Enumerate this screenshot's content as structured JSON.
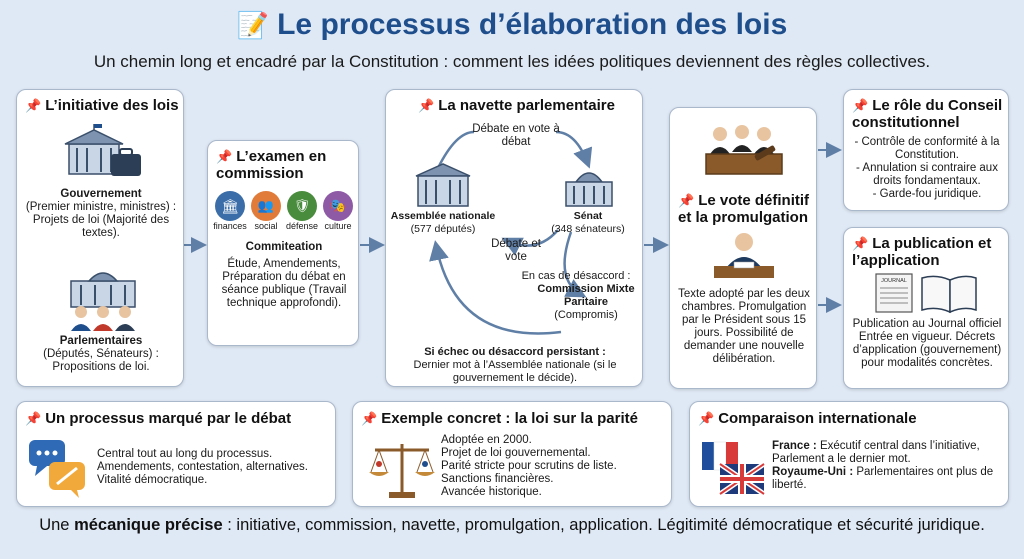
{
  "header": {
    "title": "Le processus d’élaboration des lois",
    "subtitle": "Un chemin long et encadré par la Constitution : comment les idées politiques deviennent des règles collectives."
  },
  "initiative": {
    "heading": "L’initiative des lois",
    "gov_title": "Gouvernement",
    "gov_text": "(Premier ministre, ministres) : Projets de loi (Majorité des textes).",
    "parl_title": "Parlementaires",
    "parl_text": "(Députés, Sénateurs) : Propositions de loi."
  },
  "commission": {
    "heading": "L’examen en commission",
    "icons": [
      "finances",
      "social",
      "défense",
      "culture"
    ],
    "subtitle": "Commiteation",
    "text": "Étude, Amendements, Préparation du débat en séance publique (Travail technique approfondi)."
  },
  "navette": {
    "heading": "La navette parlementaire",
    "top_label": "Débate en vote à débat",
    "an_title": "Assemblée nationale",
    "an_sub": "(577 députés)",
    "senat_title": "Sénat",
    "senat_sub": "(348 sénateurs)",
    "mid_label": "Débate et vote",
    "cmp_intro": "En cas de désaccord :",
    "cmp_title": "Commission Mixte Paritaire",
    "cmp_sub": "(Compromis)",
    "fail_title": "Si échec ou désaccord persistant :",
    "fail_text": "Dernier mot à l’Assemblée nationale (si le gouvernement le décide)."
  },
  "vote": {
    "heading": "Le vote définitif et la promulgation",
    "text": "Texte adopté par les deux chambres. Promulgation par le Président sous 15 jours. Possibilité de demander une nouvelle délibération."
  },
  "conseil": {
    "heading": "Le rôle du Conseil constitutionnel",
    "items": [
      "- Contrôle de conformité à la Constitution.",
      "- Annulation si contraire aux droits fondamentaux.",
      "- Garde-fou juridique."
    ]
  },
  "publication": {
    "heading": "La publication et l’application",
    "journal_label": "JOURNAL",
    "text": "Publication au Journal officiel Entrée en vigueur. Décrets d’application (gouvernement) pour modalités concrètes."
  },
  "debat": {
    "heading": "Un processus marqué par le débat",
    "lines": [
      "Central tout au long du processus.",
      "Amendements, contestation, alternatives.",
      "Vitalité démocratique."
    ]
  },
  "exemple": {
    "heading": "Exemple concret : la loi sur la parité",
    "lines": [
      "Adoptée en 2000.",
      "Projet de loi gouvernemental.",
      "Parité stricte pour scrutins de liste.",
      "Sanctions financières.",
      "Avancée historique."
    ]
  },
  "comparaison": {
    "heading": "Comparaison internationale",
    "france_label": "France :",
    "france_text": "Exécutif central dans l’initiative, Parlement a le dernier mot.",
    "uk_label": "Royaume-Uni :",
    "uk_text": "Parlementaires ont plus de liberté."
  },
  "footer": {
    "prefix": "Une",
    "strong": "mécanique précise",
    "rest": ": initiative, commission, navette, promulgation, application. Légitimité démocratique et sécurité juridique."
  },
  "colors": {
    "title": "#1f4e8c",
    "background": "#dfe9f5",
    "arrow": "#5f7fa6",
    "pin": "#d83a3a"
  }
}
